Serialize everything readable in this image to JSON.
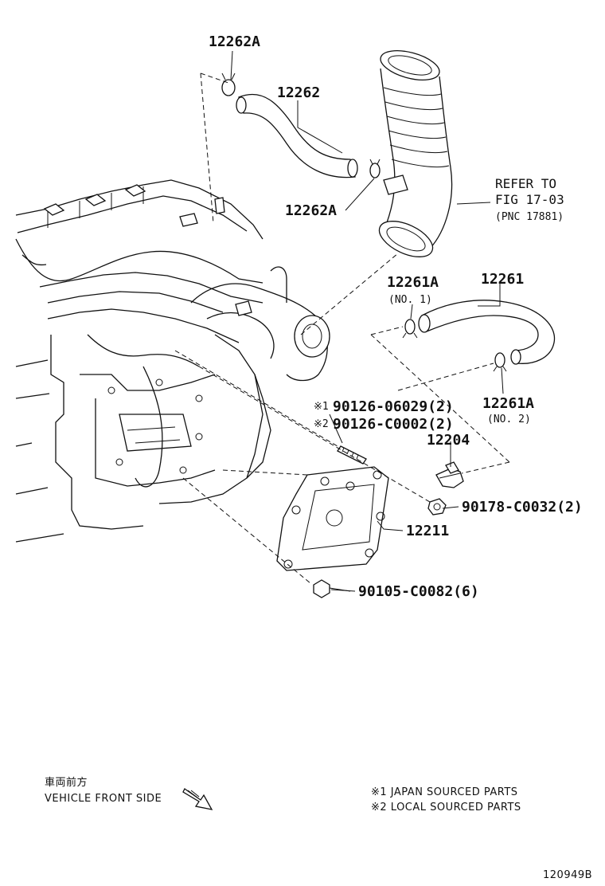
{
  "callouts": {
    "p12262A_top": "12262A",
    "p12262": "12262",
    "p12262A_mid": "12262A",
    "refer_line1": "REFER TO",
    "refer_line2": "FIG 17-03",
    "refer_line3": "(PNC 17881)",
    "p12261A_1": "12261A",
    "p12261A_1_sub": "(NO. 1)",
    "p12261": "12261",
    "p12261A_2": "12261A",
    "p12261A_2_sub": "(NO. 2)",
    "stud_mark1": "※1",
    "stud_pn1": "90126-06029(2)",
    "stud_mark2": "※2",
    "stud_pn2": "90126-C0002(2)",
    "p12204": "12204",
    "p90178": "90178-C0032(2)",
    "p12211": "12211",
    "p90105": "90105-C0082(6)"
  },
  "legend": {
    "front_jp": "車両前方",
    "front_en": "VEHICLE FRONT SIDE",
    "note1": "※1 JAPAN SOURCED PARTS",
    "note2": "※2 LOCAL SOURCED PARTS"
  },
  "figure_id": "120949B",
  "icons": {
    "front_arrow": "diagonal-arrow-icon"
  }
}
